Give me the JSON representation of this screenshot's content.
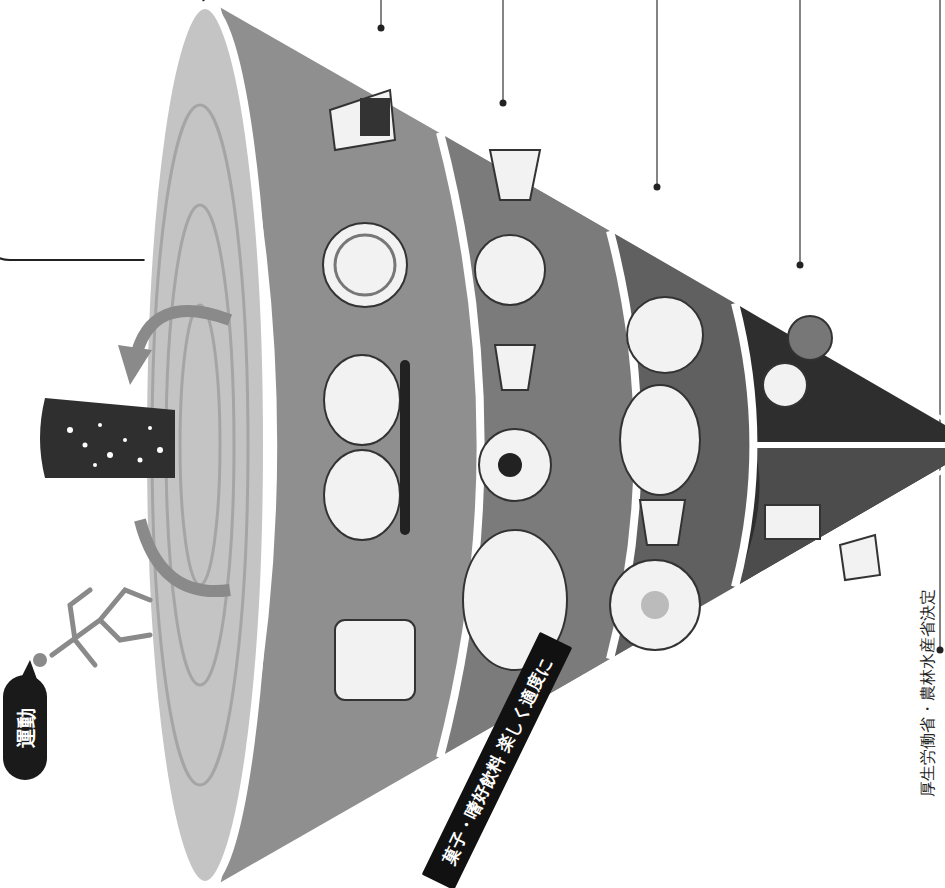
{
  "diagram": {
    "nodes": [
      {
        "text": [
          "運動"
        ]
      },
      {
        "text": [
          "菓子・嗜好飲料 楽しく適度に"
        ]
      }
    ],
    "labels": [
      "厚生労働省・農林水産省決定"
    ]
  }
}
